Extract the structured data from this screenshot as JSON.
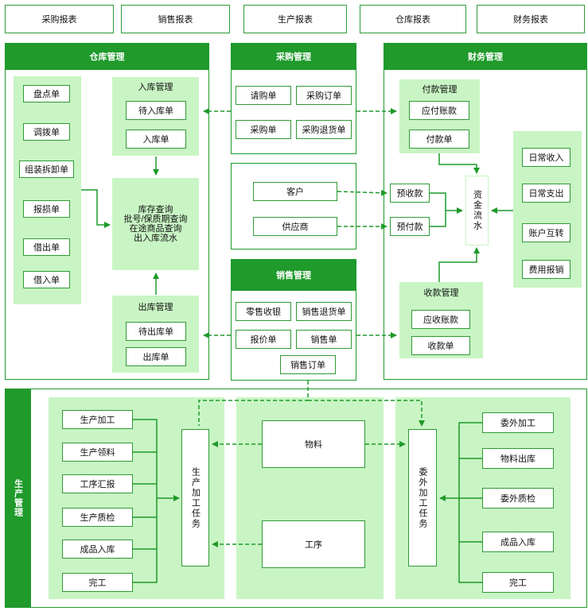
{
  "reports": [
    "采购报表",
    "销售报表",
    "生产报表",
    "仓库报表",
    "财务报表"
  ],
  "warehouse": {
    "title": "仓库管理",
    "left_items": [
      "盘点单",
      "调拨单",
      "组装拆卸单",
      "报损单",
      "借出单",
      "借入单"
    ],
    "inbound": {
      "title": "入库管理",
      "items": [
        "待入库单",
        "入库单"
      ]
    },
    "center": "库存查询\n批号/保质期查询\n在途商品查询\n出入库流水",
    "outbound": {
      "title": "出库管理",
      "items": [
        "待出库单",
        "出库单"
      ]
    }
  },
  "purchase": {
    "title": "采购管理",
    "items": [
      "请购单",
      "采购订单",
      "采购单",
      "采购退货单"
    ]
  },
  "parties": {
    "customer": "客户",
    "supplier": "供应商"
  },
  "sales": {
    "title": "销售管理",
    "items": [
      "零售收银",
      "销售退货单",
      "报价单",
      "销售单",
      "销售订单"
    ]
  },
  "finance": {
    "title": "财务管理",
    "payment": {
      "title": "付款管理",
      "items": [
        "应付账款",
        "付款单"
      ]
    },
    "prepay_receive": "预收款",
    "prepay_pay": "预付款",
    "cashflow": "资金流水",
    "receipt": {
      "title": "收款管理",
      "items": [
        "应收账款",
        "收款单"
      ]
    },
    "daily": [
      "日常收入",
      "日常支出",
      "账户互转",
      "费用报销"
    ]
  },
  "production": {
    "title": "生产管理",
    "left_items": [
      "生产加工",
      "生产领料",
      "工序汇报",
      "生产质检",
      "成品入库",
      "完工"
    ],
    "task": "生产加工任务",
    "material": "物料",
    "process": "工序",
    "outsource_task": "委外加工任务",
    "right_items": [
      "委外加工",
      "物料出库",
      "委外质检",
      "成品入库",
      "完工"
    ]
  },
  "colors": {
    "green": "#1f9a2b",
    "light": "#c9f5c4",
    "line": "#1f9a2b"
  }
}
